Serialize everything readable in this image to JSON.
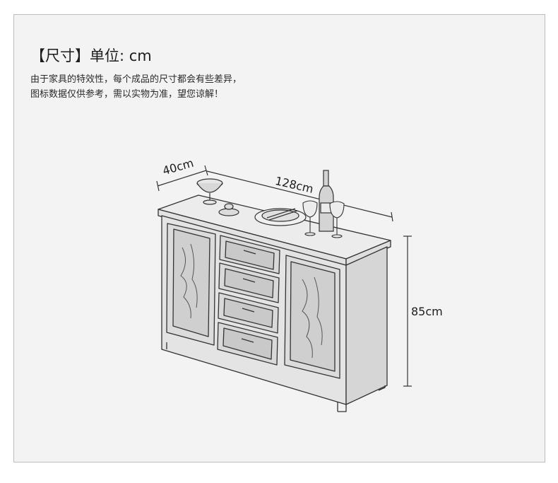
{
  "heading": "【尺寸】单位: cm",
  "note_line1": "由于家具的特效性，每个成品的尺寸都会有些差异，",
  "note_line2": "图标数据仅供参考，需以实物为准，望您谅解！",
  "dimensions": {
    "depth": "40cm",
    "width": "128cm",
    "height": "85cm"
  },
  "colors": {
    "panel_bg": "#f3f3f3",
    "line": "#333333"
  }
}
